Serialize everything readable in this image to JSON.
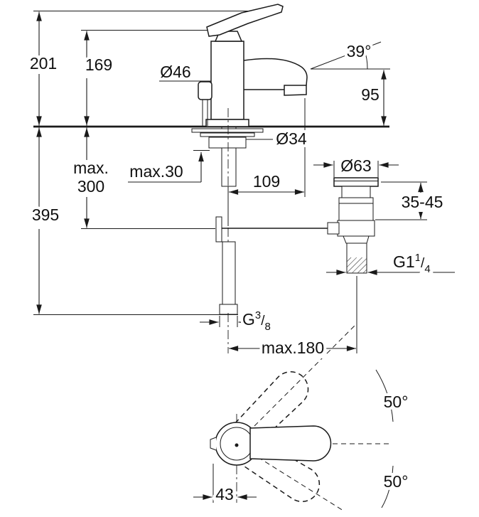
{
  "drawing": {
    "type": "faucet-installation-dimension-drawing",
    "colors": {
      "line": "#1a1a1a",
      "background": "#ffffff"
    },
    "labels": {
      "total_height": "201",
      "body_height": "169",
      "body_diameter": "Ø46",
      "spout_angle": "39°",
      "spout_height": "95",
      "hole_diameter": "Ø34",
      "rod_max_line1": "max.",
      "rod_max_line2": "300",
      "deck_thickness_max": "max.30",
      "spout_reach": "109",
      "waste_flange_diameter": "Ø63",
      "waste_mount_range": "35-45",
      "hose_length": "395",
      "waste_thread_base": "G1",
      "waste_thread_sup": "1",
      "waste_thread_slash": "/",
      "waste_thread_sub": "4",
      "supply_thread_base": "G",
      "supply_thread_sup": "3",
      "supply_thread_slash": "/",
      "supply_thread_sub": "8",
      "waste_reach_max": "max.180",
      "handle_swing_up": "50°",
      "handle_swing_down": "50°",
      "handle_front_offset": "43"
    }
  }
}
